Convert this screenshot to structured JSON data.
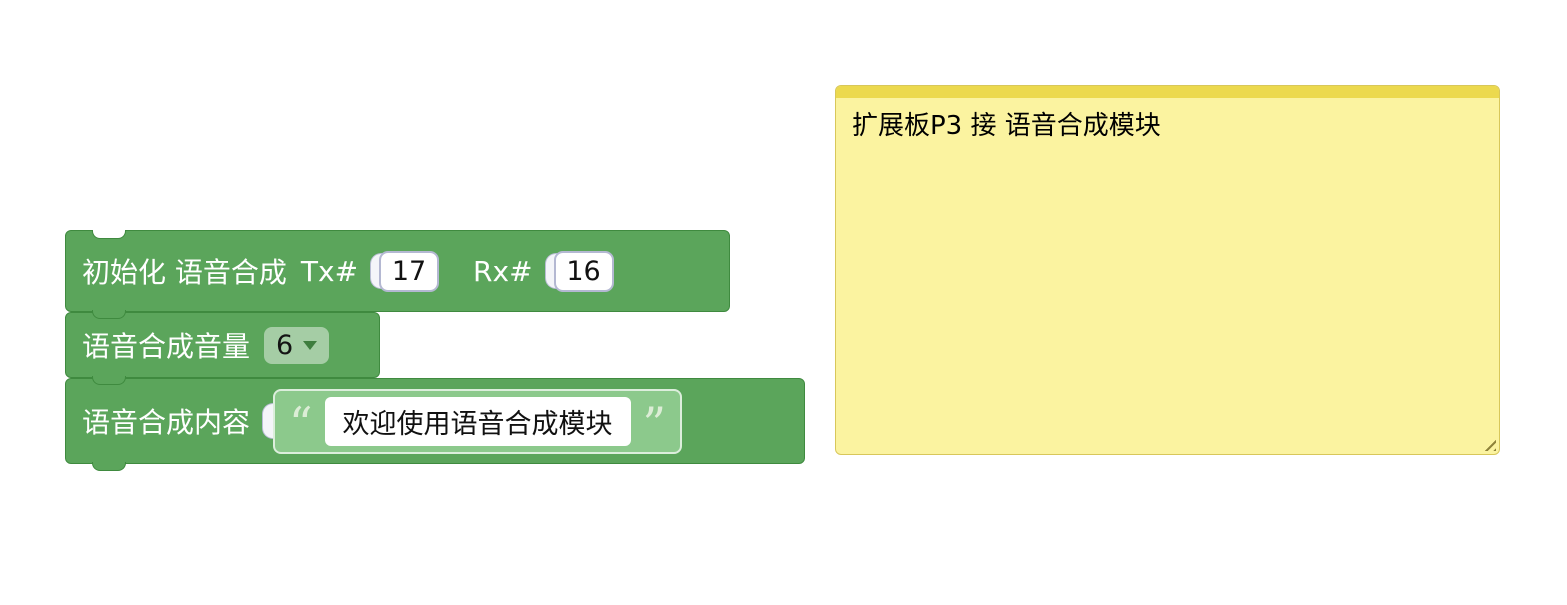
{
  "colors": {
    "block_green": "#5ba55b",
    "block_green_border": "#3f8a3f",
    "comment_yellow": "#fbf3a0",
    "comment_border": "#d8c75a",
    "comment_topbar": "#ecd94e"
  },
  "blocks": {
    "init": {
      "label": "初始化 语音合成",
      "tx_label": "Tx#",
      "tx_value": "17",
      "rx_label": "Rx#",
      "rx_value": "16"
    },
    "volume": {
      "label": "语音合成音量",
      "value": "6"
    },
    "content": {
      "label": "语音合成内容",
      "quote_open": "“",
      "quote_close": "”",
      "text": "欢迎使用语音合成模块"
    }
  },
  "comment": {
    "text": "扩展板P3 接 语音合成模块"
  }
}
